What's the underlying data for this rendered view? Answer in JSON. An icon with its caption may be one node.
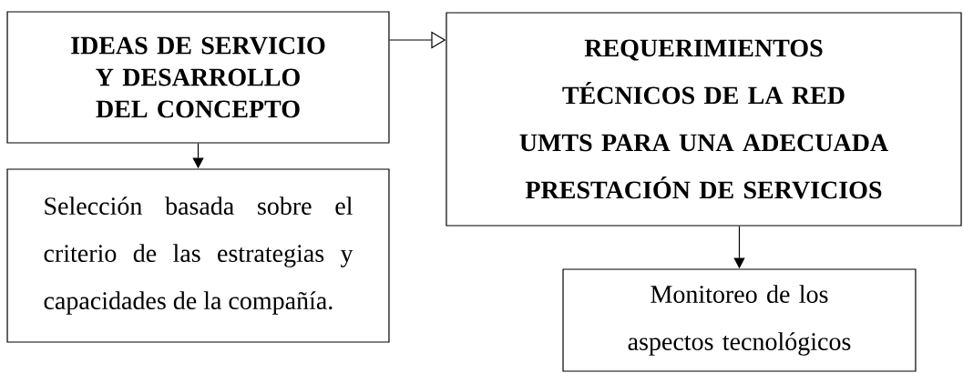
{
  "diagram": {
    "nodes": [
      {
        "text": [
          "IDEAS DE SERVICIO Y DESARROLLO DEL CONCEPTO"
        ]
      },
      {
        "text": [
          "Selección basada sobre el criterio de las estrategias y capacidades de la compañía."
        ]
      },
      {
        "text": [
          "REQUERIMIENTOS TÉCNICOS DE LA RED UMTS PARA UNA ADECUADA PRESTACIÓN DE SERVICIOS"
        ]
      },
      {
        "text": [
          "Monitoreo de los aspectos tecnológicos"
        ]
      }
    ],
    "edges": [
      {
        "from": 0,
        "to": 2,
        "arrow": "to"
      },
      {
        "from": 0,
        "to": 1,
        "arrow": "to"
      },
      {
        "from": 2,
        "to": 3,
        "arrow": "to"
      }
    ]
  }
}
